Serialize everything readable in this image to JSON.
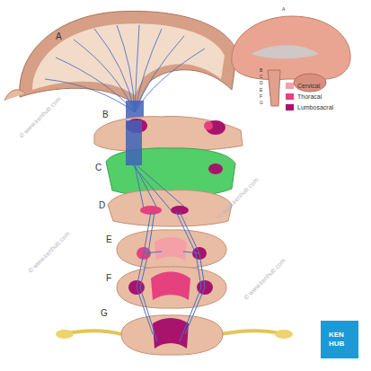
{
  "diagram": {
    "labels": [
      "A",
      "B",
      "C",
      "D",
      "E",
      "F",
      "G",
      "A",
      "B",
      "C",
      "D",
      "E",
      "F",
      "G",
      "© www.kenhub.com",
      "© www.kenhub.com",
      "© www.kenhub.com",
      "© www.kenhub.com",
      "KEN",
      "HUB"
    ],
    "legend": [
      {
        "text": "Cervical",
        "color": "#f4a0a8"
      },
      {
        "text": "Thoracal",
        "color": "#e6407f"
      },
      {
        "text": "Lumbosacral",
        "color": "#a8136d"
      }
    ]
  }
}
